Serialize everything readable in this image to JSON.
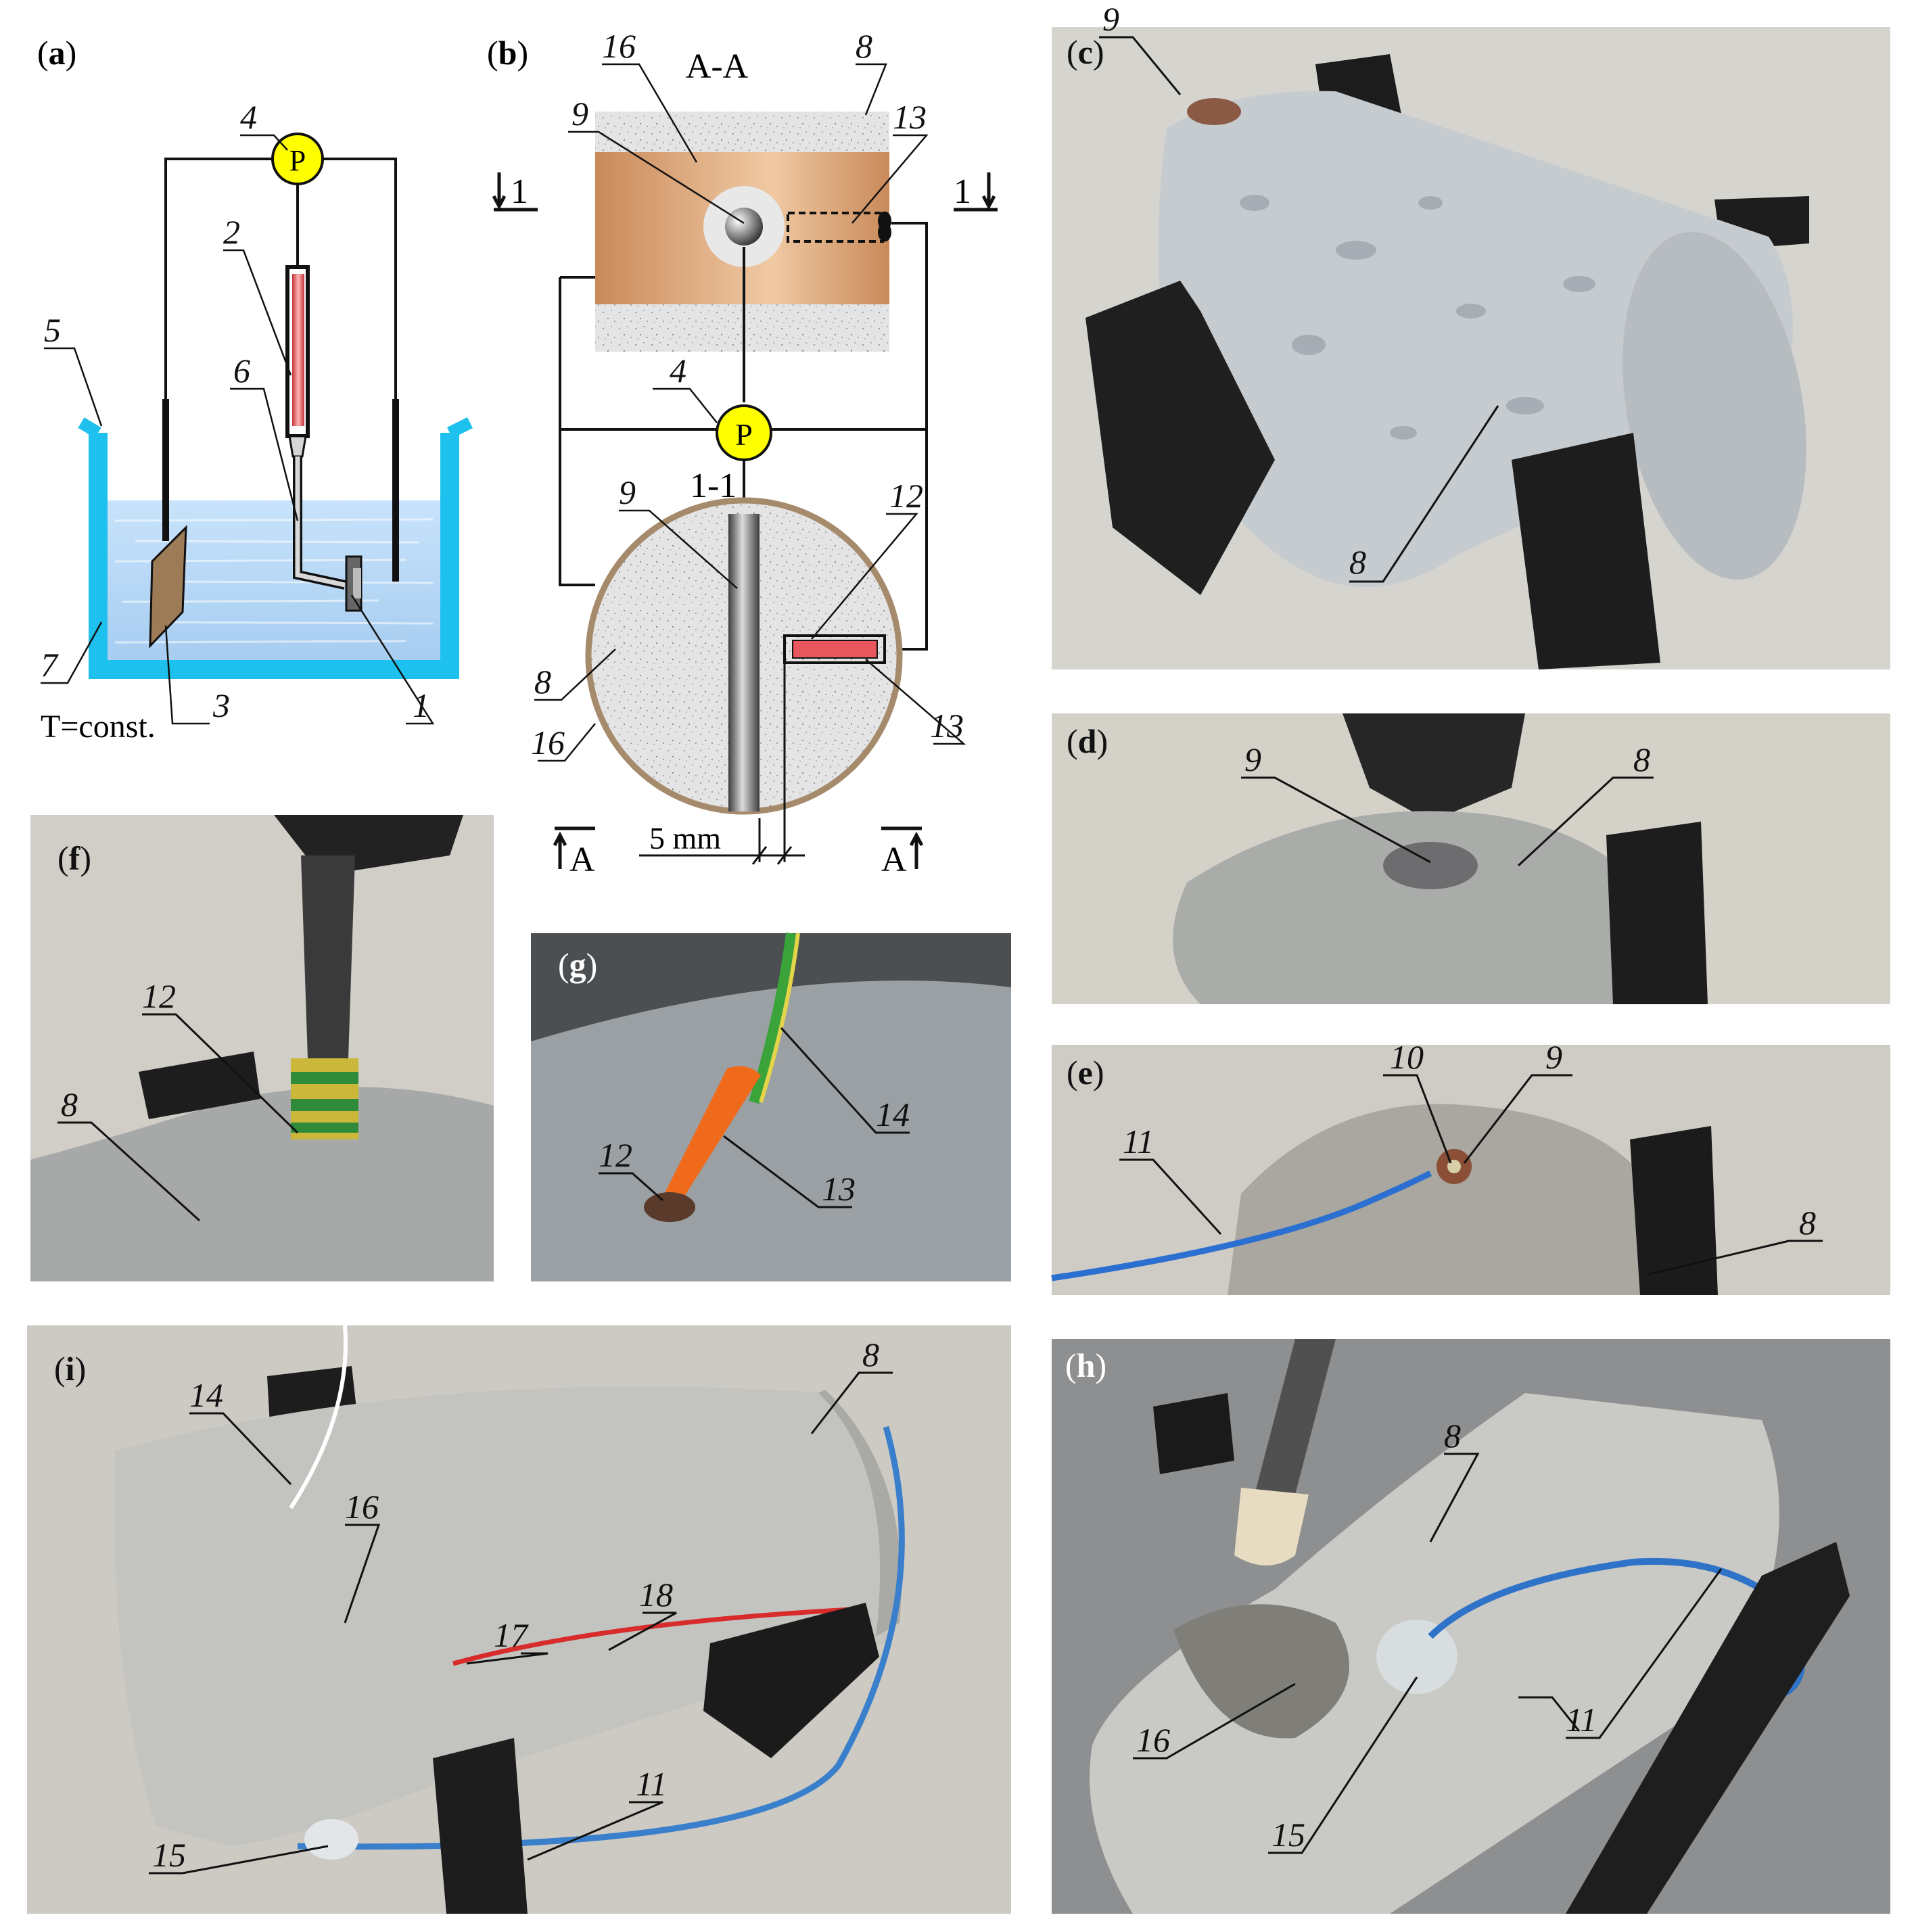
{
  "panels": {
    "a": {
      "tag": "a",
      "labels": [
        "1",
        "2",
        "3",
        "4",
        "5",
        "6",
        "7"
      ],
      "meter": "P",
      "temperature": "T=const."
    },
    "b": {
      "tag": "b",
      "section_aa": "A-A",
      "section_11": "1-1",
      "cut_1": "1",
      "cut_a": "A",
      "meter": "P",
      "dimension": "5 mm",
      "labels": [
        "4",
        "8",
        "9",
        "12",
        "13",
        "16"
      ]
    },
    "c": {
      "tag": "c",
      "labels": [
        "9",
        "8"
      ]
    },
    "d": {
      "tag": "d",
      "labels": [
        "9",
        "8"
      ]
    },
    "e": {
      "tag": "e",
      "labels": [
        "10",
        "9",
        "11",
        "8"
      ]
    },
    "f": {
      "tag": "f",
      "labels": [
        "12",
        "8"
      ]
    },
    "g": {
      "tag": "g",
      "labels": [
        "12",
        "14",
        "13"
      ]
    },
    "h": {
      "tag": "h",
      "labels": [
        "8",
        "11",
        "16",
        "15"
      ]
    },
    "i": {
      "tag": "i",
      "labels": [
        "14",
        "8",
        "16",
        "17",
        "18",
        "11",
        "15"
      ]
    }
  },
  "colors": {
    "water": "#b9d9f5",
    "vessel": "#1ec0ee",
    "meter": "#ffff00",
    "electrode": "#e8575d",
    "copper": "#d9a06e",
    "concrete": "#e3e3e3",
    "rod": "#8d8d8d",
    "blackwood": "#1c1c1c"
  }
}
